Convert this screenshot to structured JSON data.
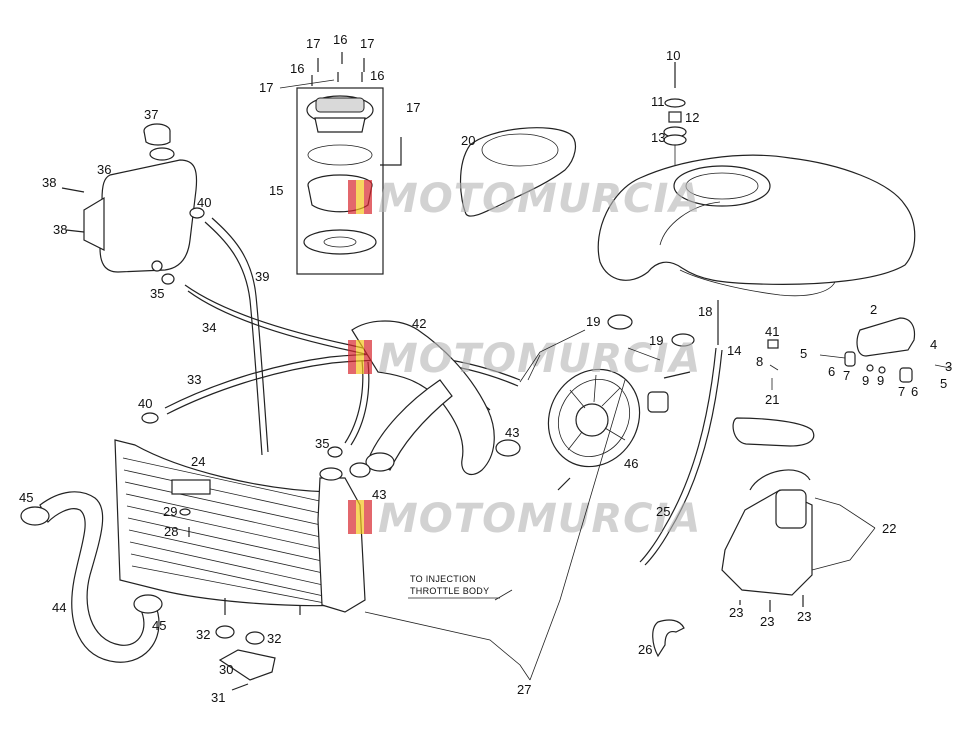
{
  "watermark": {
    "text": "MOTOMURCIA",
    "flag_colors": [
      "#d7262e",
      "#f3c31c",
      "#d7262e"
    ]
  },
  "callouts": {
    "p2": "2",
    "p3": "3",
    "p4": "4",
    "p5a": "5",
    "p5b": "5",
    "p6a": "6",
    "p6b": "6",
    "p7a": "7",
    "p7b": "7",
    "p8": "8",
    "p9a": "9",
    "p9b": "9",
    "p10": "10",
    "p11": "11",
    "p12": "12",
    "p13": "13",
    "p14": "14",
    "p15": "15",
    "p16a": "16",
    "p16b": "16",
    "p16c": "16",
    "p17a": "17",
    "p17b": "17",
    "p17c": "17",
    "p17d": "17",
    "p18": "18",
    "p19a": "19",
    "p19b": "19",
    "p20": "20",
    "p21": "21",
    "p22": "22",
    "p23a": "23",
    "p23b": "23",
    "p23c": "23",
    "p24": "24",
    "p25": "25",
    "p26": "26",
    "p27": "27",
    "p28": "28",
    "p29": "29",
    "p30": "30",
    "p31": "31",
    "p32a": "32",
    "p32b": "32",
    "p33": "33",
    "p34": "34",
    "p35a": "35",
    "p35b": "35",
    "p36": "36",
    "p37": "37",
    "p38a": "38",
    "p38b": "38",
    "p39": "39",
    "p40a": "40",
    "p40b": "40",
    "p41": "41",
    "p42": "42",
    "p43a": "43",
    "p43b": "43",
    "p44": "44",
    "p45a": "45",
    "p45b": "45",
    "p46": "46"
  },
  "note": {
    "line1": "TO INJECTION",
    "line2": "THROTTLE BODY"
  }
}
